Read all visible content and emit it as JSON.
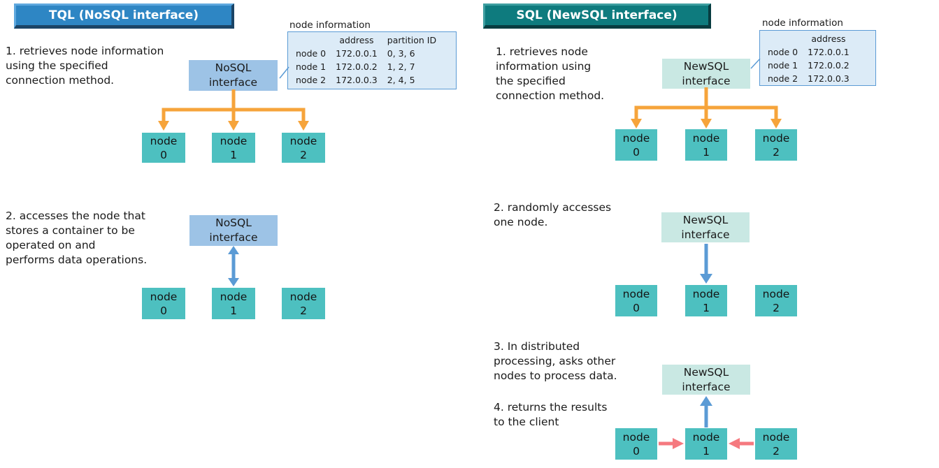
{
  "colors": {
    "header_left_fill": "#2E86C4",
    "header_left_light": "#5FA8DE",
    "header_left_dark": "#1B4466",
    "header_right_fill": "#0E7B7E",
    "header_right_light": "#3E9EA0",
    "header_right_dark": "#073C40",
    "header_text": "#FFFFFF",
    "interface_nosql_fill": "#9DC3E6",
    "interface_newsql_fill": "#C9E8E3",
    "node_fill": "#4DC0C0",
    "arrow_orange": "#F6A43B",
    "arrow_blue": "#5B9BD5",
    "arrow_pink": "#F5797F",
    "table_fill": "#DCEBF7",
    "table_border": "#5B9BD5",
    "text": "#1A1A1A"
  },
  "left": {
    "header": "TQL (NoSQL interface)",
    "steps": {
      "step1": "1. retrieves node information\nusing the specified\nconnection method.",
      "step2": "2. accesses the node that\nstores a container to be\noperated on and\nperforms data operations."
    },
    "interface_label": "NoSQL\ninterface",
    "node_info": {
      "title": "node information",
      "columns": [
        "",
        "address",
        "partition ID"
      ],
      "rows": [
        [
          "node 0",
          "172.0.0.1",
          "0, 3, 6"
        ],
        [
          "node 1",
          "172.0.0.2",
          "1, 2, 7"
        ],
        [
          "node 2",
          "172.0.0.3",
          "2, 4, 5"
        ]
      ]
    },
    "nodes": [
      "node\n0",
      "node\n1",
      "node\n2"
    ]
  },
  "right": {
    "header": "SQL (NewSQL interface)",
    "steps": {
      "step1": "1. retrieves node\ninformation using\nthe specified\nconnection method.",
      "step2": "2. randomly accesses\none node.",
      "step3": "3. In distributed\nprocessing, asks other\nnodes to process data.",
      "step4": "4. returns the results\nto the client"
    },
    "interface_label": "NewSQL\ninterface",
    "node_info": {
      "title": "node information",
      "columns": [
        "",
        "address"
      ],
      "rows": [
        [
          "node 0",
          "172.0.0.1"
        ],
        [
          "node 1",
          "172.0.0.2"
        ],
        [
          "node 2",
          "172.0.0.3"
        ]
      ]
    },
    "nodes": [
      "node\n0",
      "node\n1",
      "node\n2"
    ]
  }
}
